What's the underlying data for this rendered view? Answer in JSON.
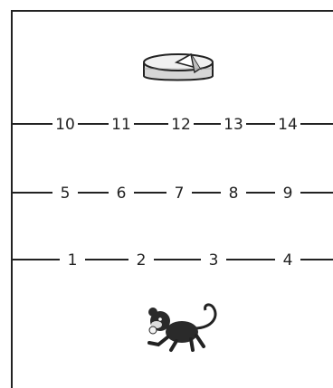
{
  "rows": [
    {
      "numbers": [
        "10",
        "11",
        "12",
        "13",
        "14"
      ]
    },
    {
      "numbers": [
        "5",
        "6",
        "7",
        "8",
        "9"
      ]
    },
    {
      "numbers": [
        "1",
        "2",
        "3",
        "4"
      ]
    }
  ],
  "icons": {
    "top": "cheese-icon",
    "bottom": "monkey-icon"
  },
  "colors": {
    "line": "#222222",
    "cheese_body": "#e6e6e6",
    "monkey": "#2a2a2a"
  }
}
